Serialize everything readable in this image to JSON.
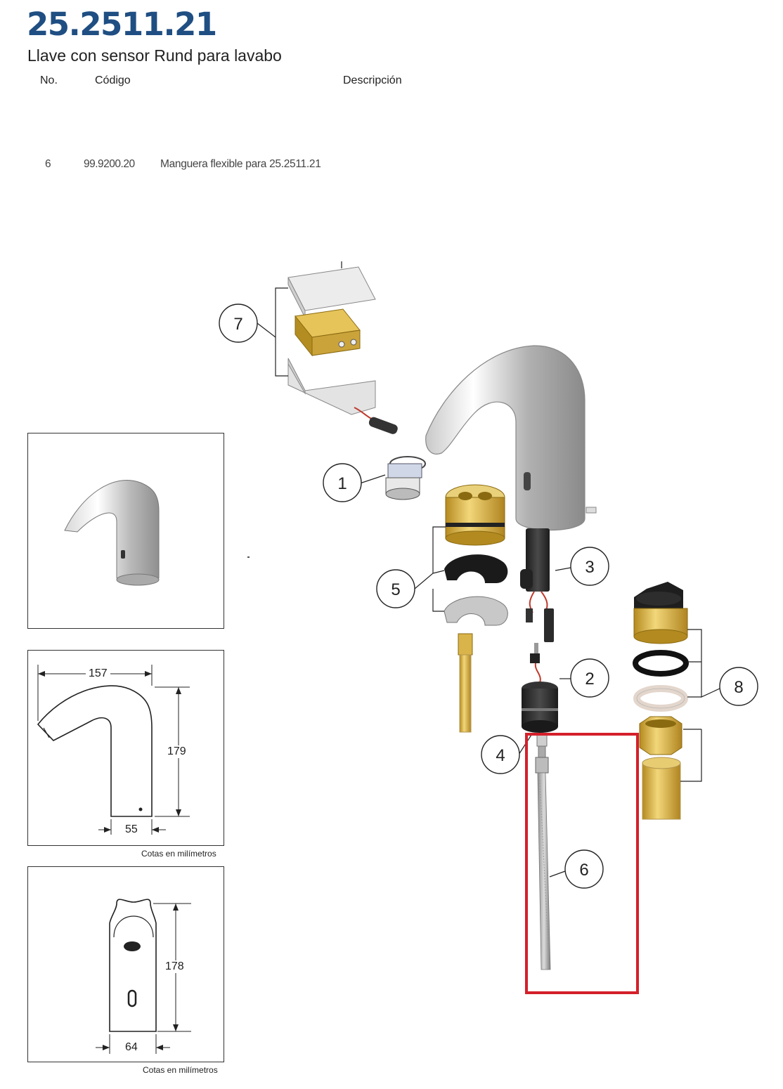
{
  "header": {
    "code": "25.2511.21",
    "title": "Llave con sensor Rund para lavabo"
  },
  "table": {
    "columns": [
      "No.",
      "Código",
      "Descripción"
    ],
    "rows": [
      {
        "no": "6",
        "codigo": "99.9200.20",
        "descripcion": "Manguera flexible para 25.2511.21"
      }
    ]
  },
  "dimensions_side": {
    "width_top": "157",
    "height": "179",
    "base": "55",
    "caption": "Cotas en milímetros"
  },
  "dimensions_front": {
    "height": "178",
    "width": "64",
    "caption": "Cotas en milímetros"
  },
  "callouts": [
    "7",
    "1",
    "5",
    "3",
    "2",
    "4",
    "6",
    "8"
  ],
  "highlight_color": "#d4202a",
  "brand_color": "#1f4e82"
}
